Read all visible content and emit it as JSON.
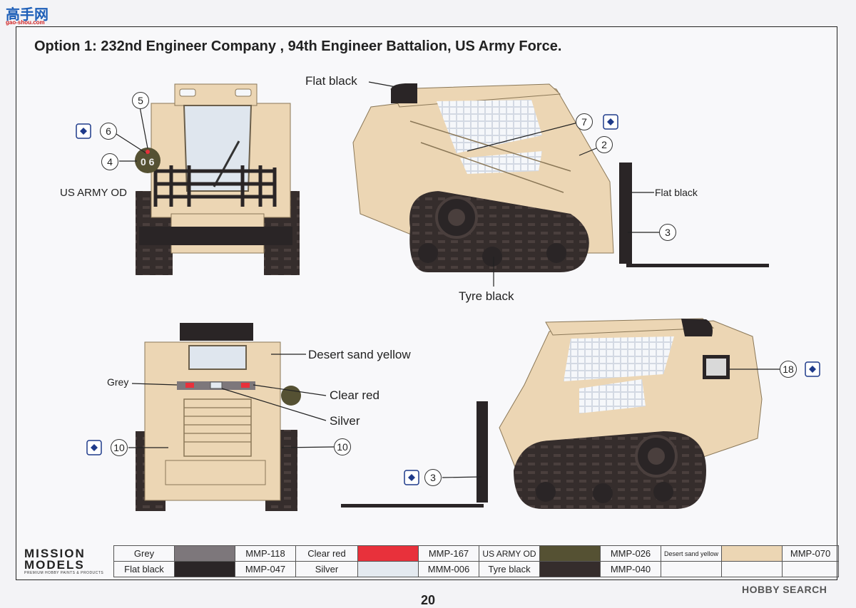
{
  "watermark_top": {
    "big": "高手网",
    "small": "gao-shou.com"
  },
  "title": "Option 1: 232nd Engineer Company , 94th Engineer Battalion, US Army Force.",
  "labels": {
    "flat_black_top": "Flat black",
    "flat_black_right": "Flat black",
    "us_army_od": "US ARMY OD",
    "tyre_black": "Tyre black",
    "desert_sand_yellow": "Desert sand yellow",
    "grey": "Grey",
    "clear_red": "Clear red",
    "silver": "Silver"
  },
  "decal_numbers": {
    "n5": "5",
    "n6": "6",
    "n4": "4",
    "n7": "7",
    "n2": "2",
    "n3a": "3",
    "n10a": "10",
    "n10b": "10",
    "n18": "18",
    "n3b": "3"
  },
  "od_marking": "0 6",
  "brand": {
    "line1": "MISSION",
    "line2": "MODELS",
    "tagline": "PREMIUM HOBBY PAINTS & PRODUCTS"
  },
  "palette": [
    [
      {
        "name": "Grey",
        "color": "#7d777b",
        "code": "MMP-118"
      },
      {
        "name": "Clear red",
        "color": "#e8313b",
        "code": "MMP-167"
      },
      {
        "name": "US ARMY OD",
        "color": "#555133",
        "code": "MMP-026"
      },
      {
        "name": "Desert sand yellow",
        "color": "#ecd6b4",
        "code": "MMP-070"
      }
    ],
    [
      {
        "name": "Flat black",
        "color": "#2a2526",
        "code": "MMP-047"
      },
      {
        "name": "Silver",
        "color": "#e4eaf0",
        "code": "MMM-006"
      },
      {
        "name": "Tyre black",
        "color": "#352d2c",
        "code": "MMP-040"
      },
      {
        "name": "",
        "color": "",
        "code": ""
      }
    ]
  ],
  "watermark_bottom": "HOBBY SEARCH",
  "page_number": "20"
}
